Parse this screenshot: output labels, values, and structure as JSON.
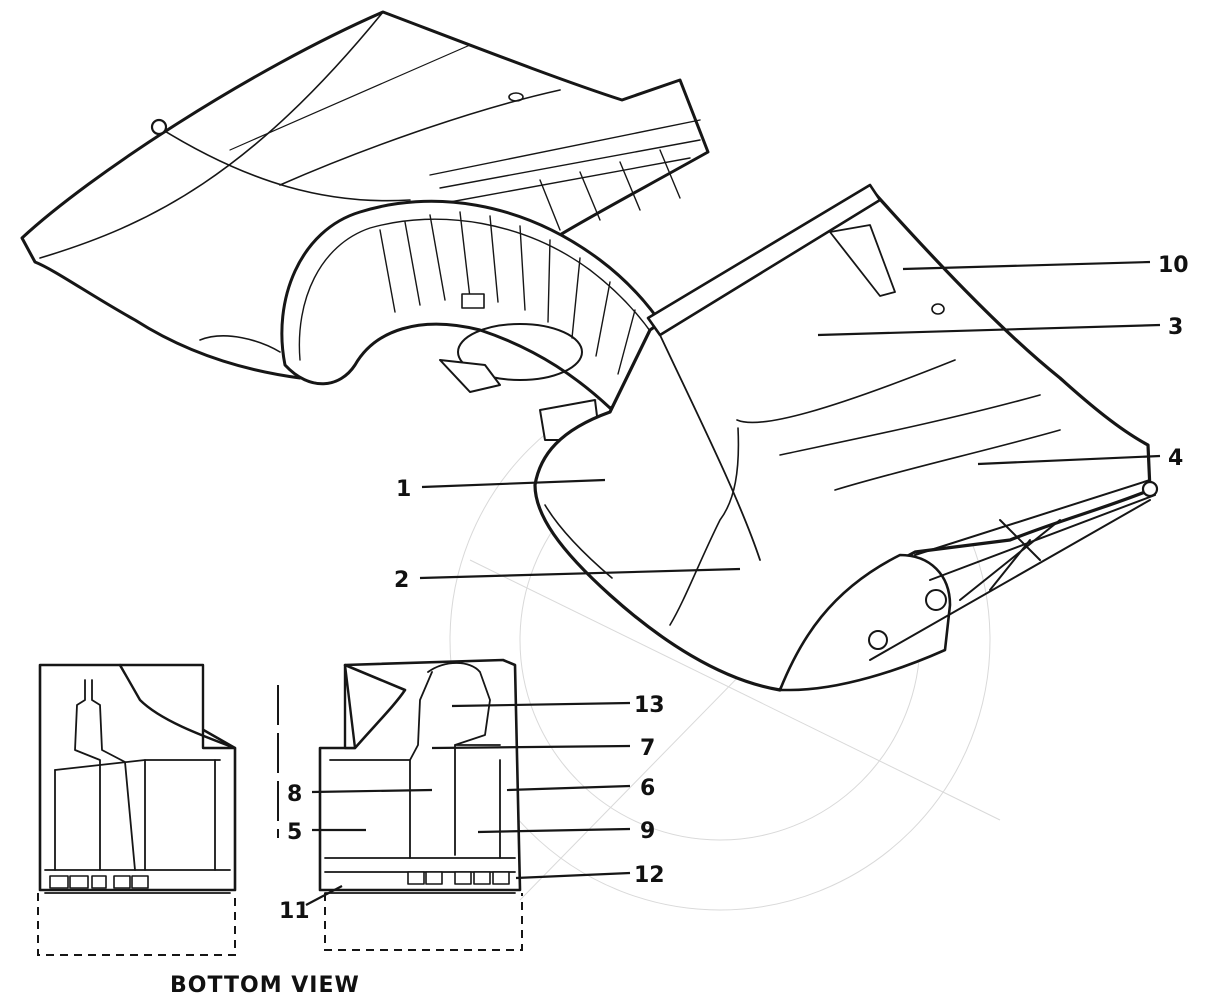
{
  "figure": {
    "background_color": "#ffffff",
    "ink_color": "#161616",
    "callouts": [
      "10",
      "3",
      "4",
      "1",
      "2",
      "13",
      "7",
      "8",
      "6",
      "5",
      "9",
      "12",
      "11"
    ],
    "bottom_view_caption": "BOTTOM VIEW"
  }
}
